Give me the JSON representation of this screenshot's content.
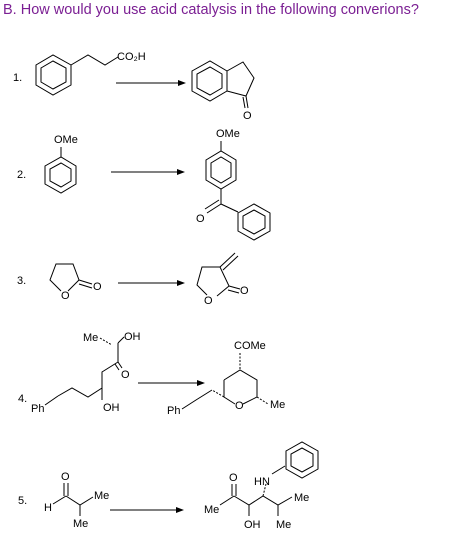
{
  "title": "B. How would you use acid catalysis in the following converions?",
  "items": [
    {
      "number": "1.",
      "start_labels": {
        "acid": "CO₂H"
      },
      "product_labels": {
        "oxygen": "O"
      }
    },
    {
      "number": "2.",
      "start_labels": {
        "methoxy": "OMe"
      },
      "product_labels": {
        "methoxy": "OMe",
        "oxygen": "O"
      }
    },
    {
      "number": "3.",
      "start_labels": {
        "ring_oxygen": "O",
        "carbonyl_oxygen": "O"
      },
      "product_labels": {
        "ring_oxygen": "O",
        "carbonyl_oxygen": "O"
      }
    },
    {
      "number": "4.",
      "start_labels": {
        "methyl": "Me",
        "hydroxyl_top": "OH",
        "carbonyl_oxygen": "O",
        "phenyl": "Ph",
        "hydroxyl_bottom": "OH"
      },
      "product_labels": {
        "acetyl": "COMe",
        "phenyl": "Ph",
        "ring_oxygen": "O",
        "methyl": "Me"
      }
    },
    {
      "number": "5.",
      "start_labels": {
        "oxygen": "O",
        "hydrogen": "H",
        "methyl_upper": "Me",
        "methyl_lower": "Me"
      },
      "product_labels": {
        "amine": "HN",
        "oxygen": "O",
        "methyl_left": "Me",
        "methyl_right": "Me",
        "hydroxyl": "OH",
        "methyl_lower": "Me"
      }
    }
  ]
}
